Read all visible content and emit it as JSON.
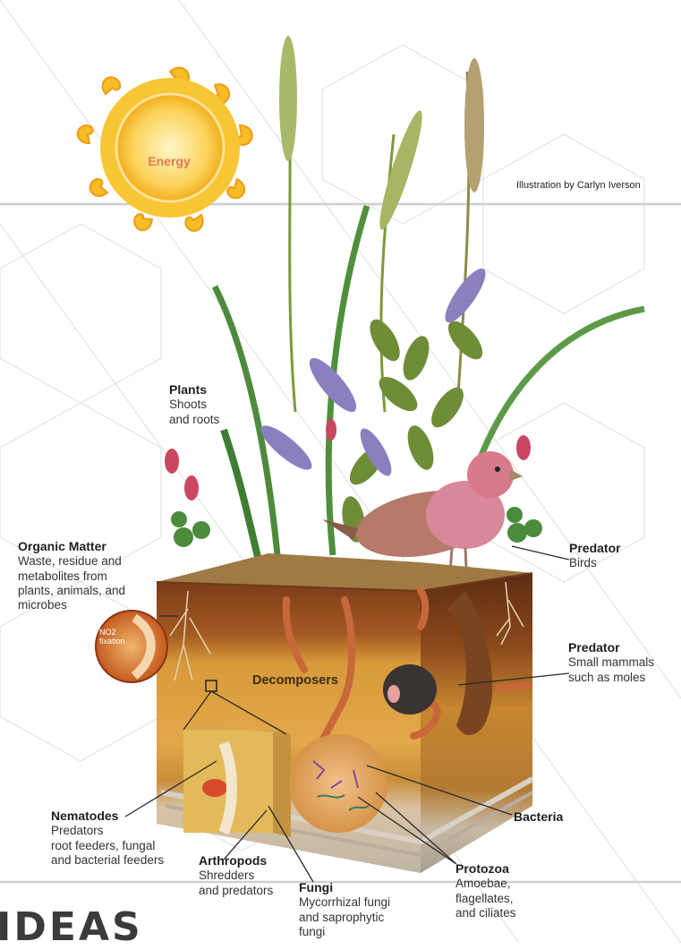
{
  "credit": "Illustration by Carlyn Iverson",
  "sun_label": "Energy",
  "center_label": "Decomposers",
  "fixation_label": "NO2\nfixation",
  "watermark": "IDEAS",
  "labels": {
    "plants": {
      "title": "Plants",
      "desc": "Shoots\nand roots"
    },
    "organic_matter": {
      "title": "Organic Matter",
      "desc": "Waste, residue and\nmetabolites from\nplants, animals, and\nmicrobes"
    },
    "predator_birds": {
      "title": "Predator",
      "desc": "Birds"
    },
    "predator_mammals": {
      "title": "Predator",
      "desc": "Small mammals\nsuch as moles"
    },
    "nematodes": {
      "title": "Nematodes",
      "desc": "Predators\nroot feeders, fungal\nand bacterial feeders"
    },
    "arthropods": {
      "title": "Arthropods",
      "desc": "Shredders\nand predators"
    },
    "fungi": {
      "title": "Fungi",
      "desc": "Mycorrhizal fungi\nand saprophytic\nfungi"
    },
    "bacteria": {
      "title": "Bacteria",
      "desc": ""
    },
    "protozoa": {
      "title": "Protozoa",
      "desc": "Amoebae,\nflagellates,\nand ciliates"
    }
  },
  "colors": {
    "sun": "#f5b820",
    "soil_top": "#7a3e1c",
    "soil_mid": "#c98a2c",
    "soil_low": "#e0a64a",
    "rock": "#c9c0b3"
  }
}
